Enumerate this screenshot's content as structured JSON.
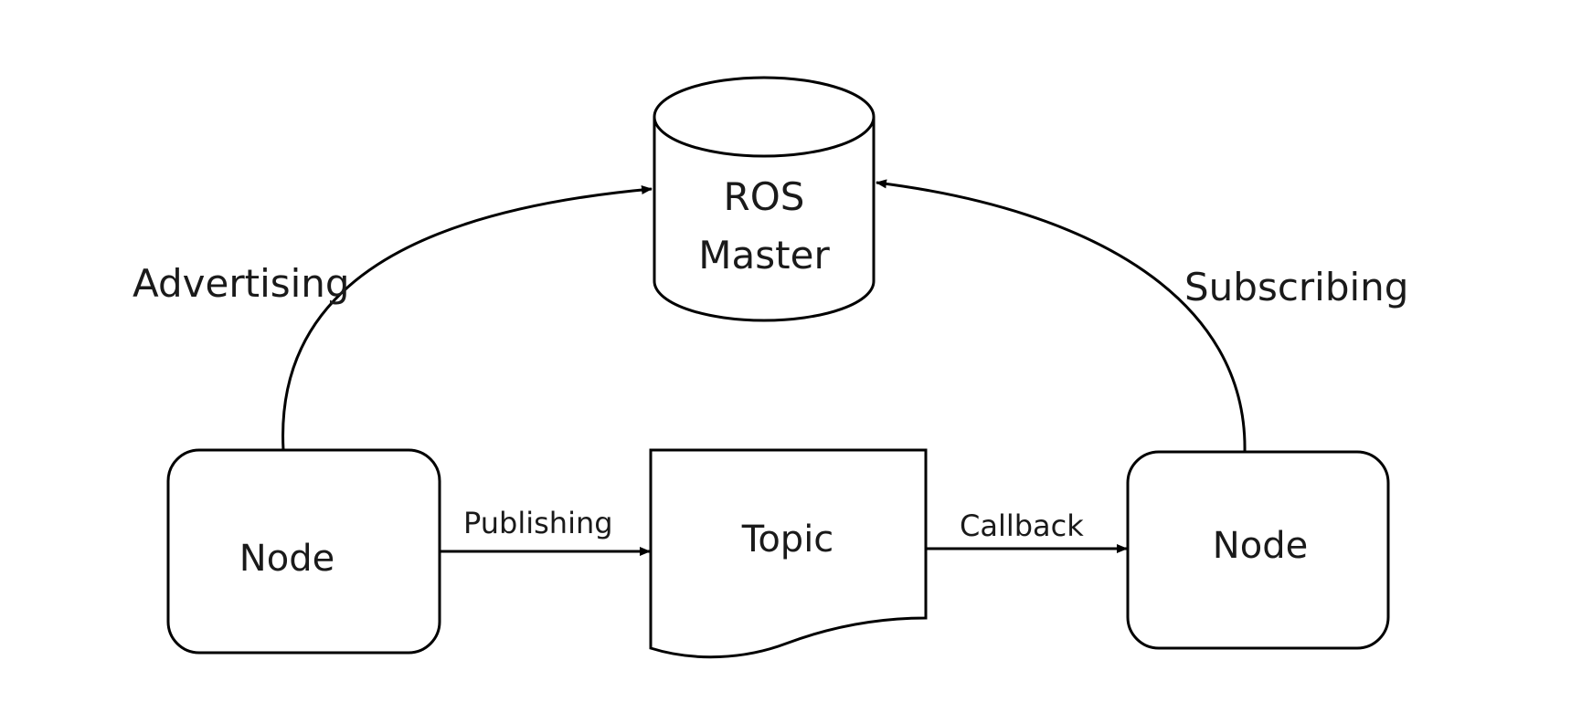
{
  "nodes": {
    "master": {
      "line1": "ROS",
      "line2": "Master"
    },
    "publisher": {
      "label": "Node"
    },
    "topic": {
      "label": "Topic"
    },
    "subscriber": {
      "label": "Node"
    }
  },
  "edges": {
    "advertising": {
      "label": "Advertising"
    },
    "subscribing": {
      "label": "Subscribing"
    },
    "publishing": {
      "label": "Publishing"
    },
    "callback": {
      "label": "Callback"
    }
  },
  "colors": {
    "stroke": "#000000",
    "fill": "#ffffff",
    "text": "#1a1a1a"
  }
}
